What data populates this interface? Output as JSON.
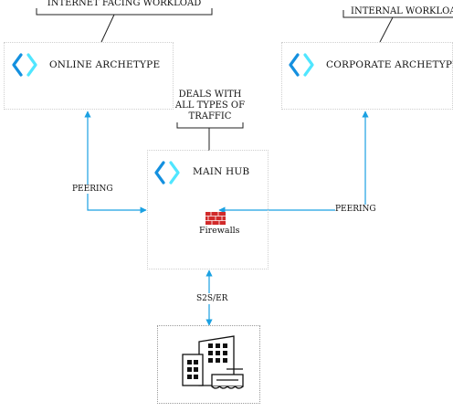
{
  "callouts": {
    "internet_facing": "INTERNET FACING WORKLOAD",
    "internal": "INTERNAL WORKLOAD",
    "deals_with": [
      "DEALS WITH",
      "ALL TYPES OF",
      "TRAFFIC"
    ]
  },
  "nodes": {
    "online": {
      "title": "ONLINE ARCHETYPE",
      "icon": "vnet-icon"
    },
    "corporate": {
      "title": "CORPORATE ARCHETYPE",
      "icon": "vnet-icon"
    },
    "hub": {
      "title": "MAIN HUB",
      "icon": "vnet-icon",
      "firewall_label": "Firewalls"
    },
    "onprem": {
      "icon": "building-icon"
    }
  },
  "connections": {
    "online_hub": "PEERING",
    "corporate_hub": "PEERING",
    "hub_onprem": "S2S/ER"
  },
  "colors": {
    "arrow": "#1ba1e2",
    "firewall": "#d12a2a",
    "vnet_light": "#50e6ff",
    "vnet_dark": "#1490df"
  }
}
